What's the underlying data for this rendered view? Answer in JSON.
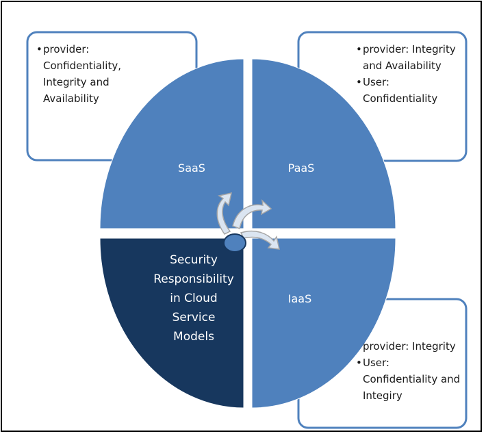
{
  "diagram": {
    "title_lines": [
      "Security",
      "Responsibility",
      "in Cloud",
      "Service",
      "Models"
    ],
    "quadrants": {
      "saas": "SaaS",
      "paas": "PaaS",
      "iaas": "IaaS"
    },
    "boxes": {
      "saas": [
        "provider:",
        "Confidentiality,",
        "Integrity and",
        "Availability"
      ],
      "paas": [
        "provider: Integrity",
        "and Availability",
        "User:",
        "Confidentiality"
      ],
      "iaas": [
        "provider: Integrity",
        "User:",
        "Confidentiality and",
        "Integiry"
      ]
    },
    "bullet": "•",
    "colors": {
      "light_blue": "#4f81bd",
      "dark_navy": "#17375e",
      "box_border": "#4f81bd"
    }
  }
}
